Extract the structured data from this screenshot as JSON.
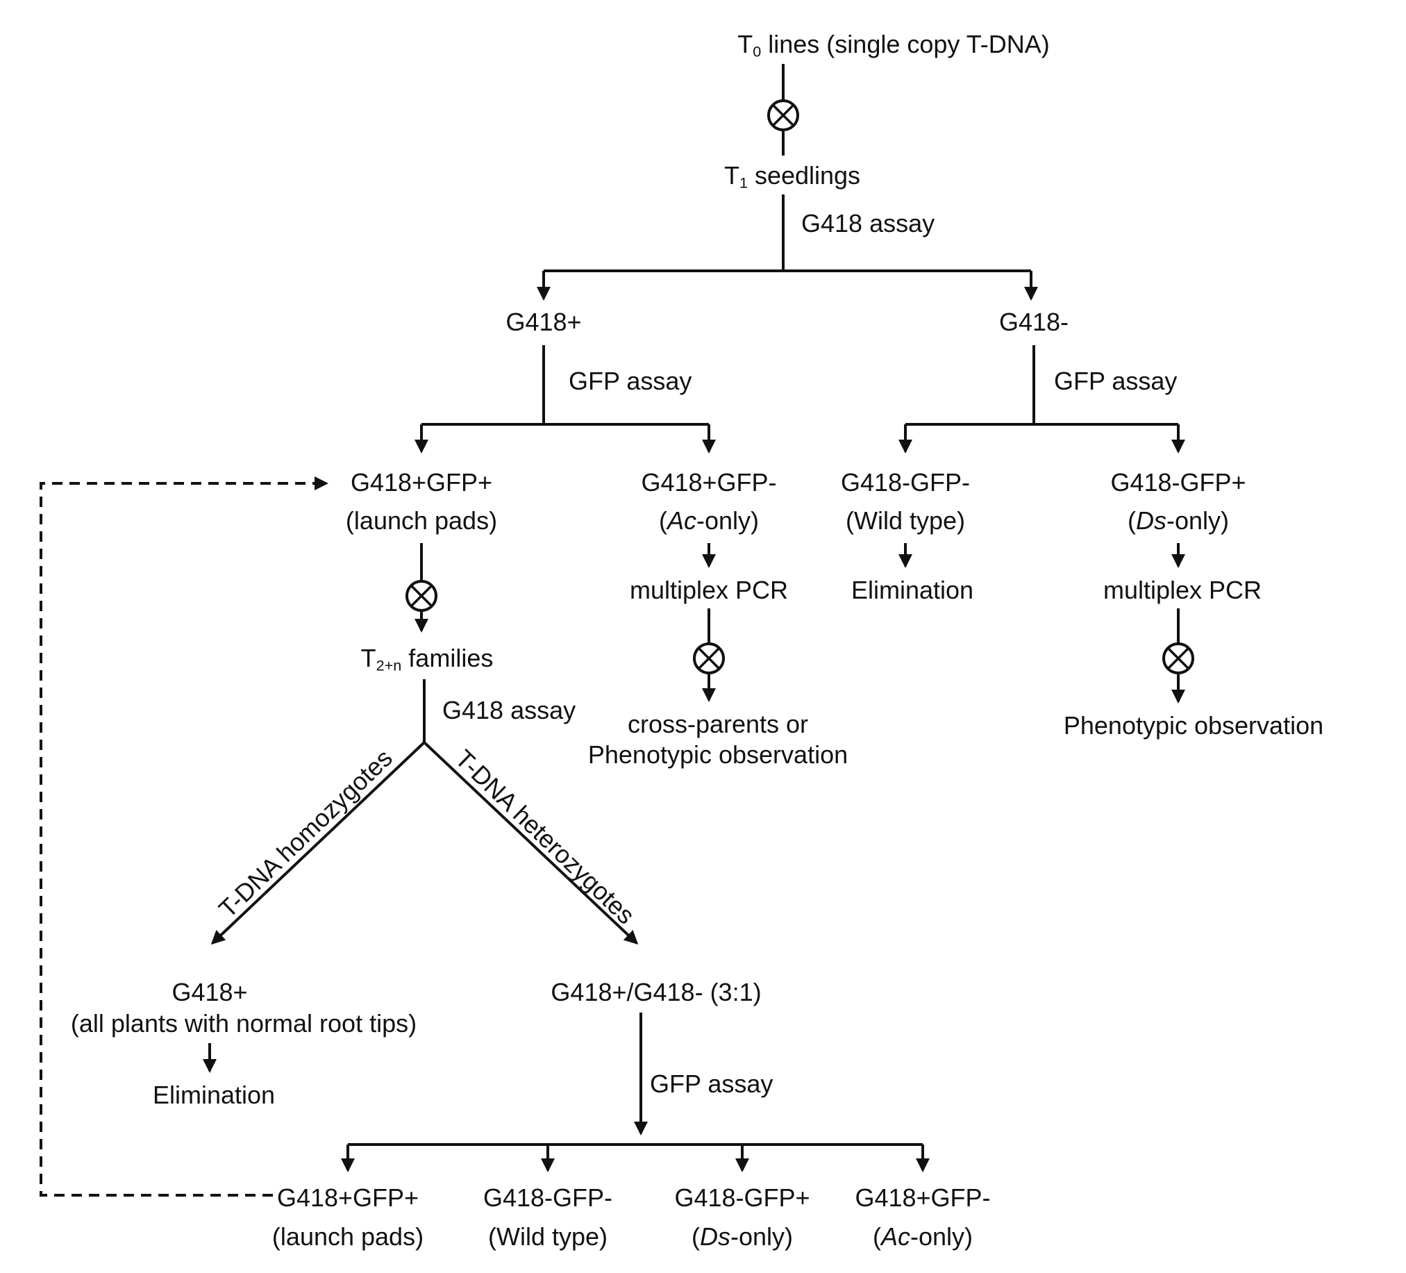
{
  "nodes": {
    "t0": {
      "pre": "T",
      "sub": "0",
      "post": " lines (single copy T-DNA)"
    },
    "t1": {
      "pre": "T",
      "sub": "1",
      "post": " seedlings"
    },
    "t2n": {
      "pre": "T",
      "sub": "2+n",
      "post": " families"
    },
    "g418_plus": "G418+",
    "g418_minus": "G418-",
    "launch_pads": {
      "title": "G418+GFP+",
      "sub": "(launch pads)"
    },
    "ac_only": {
      "title": "G418+GFP-",
      "sub_pre": "(",
      "sub_it": "Ac",
      "sub_post": "-only)"
    },
    "wild_type": {
      "title": "G418-GFP-",
      "sub": "(Wild type)"
    },
    "ds_only": {
      "title": "G418-GFP+",
      "sub_pre": "(",
      "sub_it": "Ds",
      "sub_post": "-only)"
    },
    "multiplex_pcr": "multiplex PCR",
    "elimination": "Elimination",
    "phenotypic_observation": "Phenotypic observation",
    "cross_parents": {
      "line1": "cross-parents or",
      "line2": "Phenotypic observation"
    },
    "homozygote_result": {
      "title": "G418+",
      "sub": "(all plants with normal root tips)"
    },
    "ratio": "G418+/G418- (3:1)"
  },
  "edge_labels": {
    "g418_assay": "G418 assay",
    "gfp_assay": "GFP assay",
    "homozygotes": "T-DNA homozygotes",
    "heterozygotes": "T-DNA heterozygotes"
  },
  "icons": {
    "self_cross": "circled-x self-pollination symbol",
    "arrowhead": "solid triangular arrowhead"
  },
  "colors": {
    "line": "#111111",
    "text": "#111111",
    "background": "#ffffff"
  }
}
